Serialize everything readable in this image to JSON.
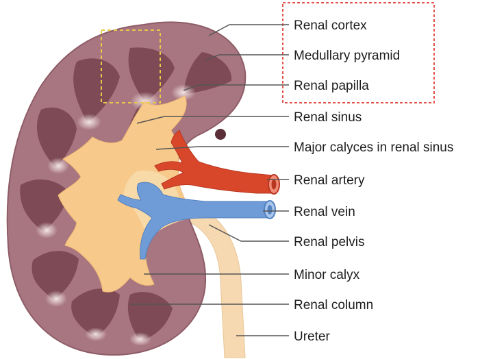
{
  "labels": {
    "renal_cortex": "Renal cortex",
    "medullary_pyramid": "Medullary pyramid",
    "renal_papilla": "Renal papilla",
    "renal_sinus": "Renal sinus",
    "major_calyces": "Major calyces in renal sinus",
    "renal_artery": "Renal artery",
    "renal_vein": "Renal vein",
    "renal_pelvis": "Renal pelvis",
    "minor_calyx": "Minor calyx",
    "renal_column": "Renal column",
    "ureter": "Ureter"
  },
  "colors": {
    "cortex": "#a87680",
    "pyramid": "#7e4a56",
    "sinus_fat": "#f7c98a",
    "ureter": "#f6d9b0",
    "artery": "#d9472b",
    "vein": "#6f9bd6",
    "leader": "#555555",
    "red_box": "#e0524a",
    "yellow_box": "#e8c94a"
  }
}
